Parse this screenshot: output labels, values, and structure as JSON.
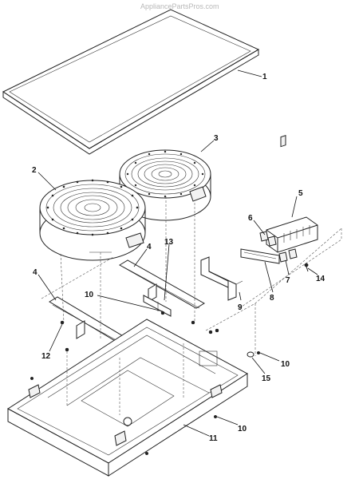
{
  "watermark": "AppliancePartsPros.com",
  "callouts": {
    "c1": "1",
    "c2": "2",
    "c3": "3",
    "c4a": "4",
    "c4b": "4",
    "c5": "5",
    "c6": "6",
    "c7": "7",
    "c8": "8",
    "c9": "9",
    "c10a": "10",
    "c10b": "10",
    "c10c": "10",
    "c11": "11",
    "c12": "12",
    "c13": "13",
    "c14": "14",
    "c15": "15"
  }
}
